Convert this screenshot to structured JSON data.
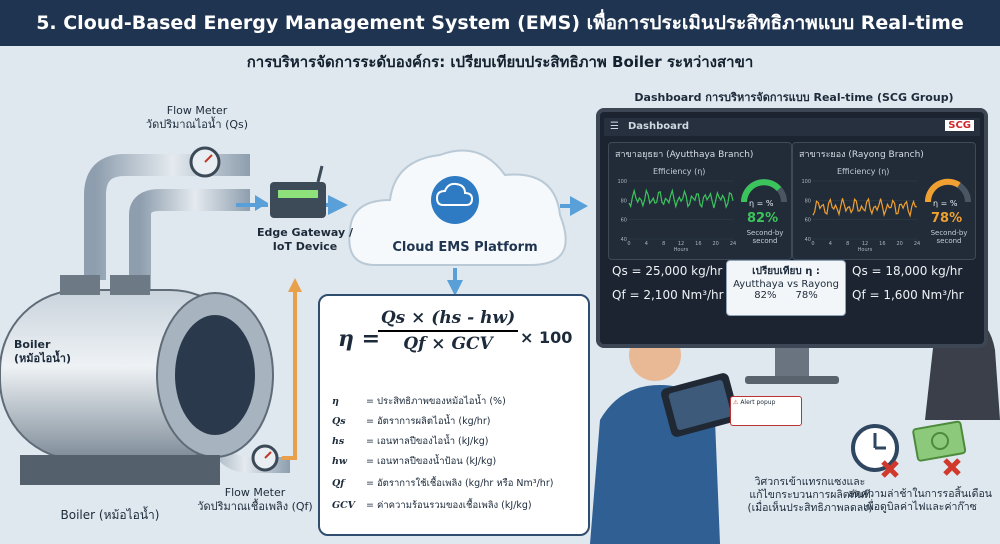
{
  "title": "5. Cloud-Based Energy Management System (EMS) เพื่อการประเมินประสิทธิภาพแบบ Real-time",
  "subtitle": "การบริหารจัดการระดับองค์กร: เปรียบเทียบประสิทธิภาพ Boiler ระหว่างสาขา",
  "flow_meter_top": {
    "title": "Flow Meter",
    "desc": "วัดปริมาณไอน้ำ (Qs)"
  },
  "flow_meter_bottom": {
    "title": "Flow Meter",
    "desc": "วัดปริมาณเชื้อเพลิง (Qf)"
  },
  "gateway": {
    "line1": "Edge Gateway /",
    "line2": "IoT Device"
  },
  "cloud": {
    "label": "Cloud EMS Platform"
  },
  "boiler": {
    "label_main": "Boiler",
    "label_thai": "(หม้อไอน้ำ)",
    "caption": "Boiler (หม้อไอน้ำ)"
  },
  "formula": {
    "eta": "η =",
    "numerator": "Qs × (hs - hw)",
    "denominator": "Qf × GCV",
    "multiplier": "× 100",
    "legend": [
      {
        "sym": "η",
        "desc": "= ประสิทธิภาพของหม้อไอน้ำ (%)"
      },
      {
        "sym": "Qs",
        "desc": "= อัตราการผลิตไอน้ำ (kg/hr)"
      },
      {
        "sym": "hs",
        "desc": "= เอนทาลปีของไอน้ำ (kJ/kg)"
      },
      {
        "sym": "hw",
        "desc": "= เอนทาลปีของน้ำป้อน (kJ/kg)"
      },
      {
        "sym": "Qf",
        "desc": "= อัตราการใช้เชื้อเพลิง (kg/hr หรือ Nm³/hr)"
      },
      {
        "sym": "GCV",
        "desc": "= ค่าความร้อนรวมของเชื้อเพลิง (kJ/kg)"
      }
    ]
  },
  "dashboard": {
    "heading": "Dashboard การบริหารจัดการแบบ Real-time (SCG Group)",
    "header_label": "Dashboard",
    "brand": "SCG",
    "panels": [
      {
        "title": "สาขาอยุธยา (Ayutthaya Branch)",
        "eff_label": "Efficiency (η)",
        "eta_label": "η = %",
        "value": "82%",
        "sub": "Second-by second",
        "color": "#3cc45c",
        "flow_s": "Qs = 25,000 kg/hr",
        "flow_f": "Qf = 2,100 Nm³/hr"
      },
      {
        "title": "สาขาระยอง (Rayong Branch)",
        "eff_label": "Efficiency (η)",
        "eta_label": "η = %",
        "value": "78%",
        "sub": "Second-by second",
        "color": "#f0a030",
        "flow_s": "Qs = 18,000 kg/hr",
        "flow_f": "Qf = 1,600 Nm³/hr"
      }
    ],
    "x_ticks": [
      "0",
      "4",
      "8",
      "12",
      "16",
      "20",
      "24"
    ],
    "y_ticks": [
      "100",
      "80",
      "60",
      "40"
    ],
    "x_unit": "Hours",
    "compare": {
      "title": "เปรียบเทียบ η :",
      "left_name": "Ayutthaya",
      "vs": "vs",
      "right_name": "Rayong",
      "left_val": "82%",
      "right_val": "78%"
    }
  },
  "alert": {
    "title": "Alert popup"
  },
  "notes": {
    "engineer": [
      "วิศวกรเข้าแทรกแซงและ",
      "แก้ไขกระบวนการผลิตทันที",
      "(เมื่อเห็นประสิทธิภาพลดลง)"
    ],
    "benefit": [
      "ลดความล่าช้าในการรอสิ้นเดือน",
      "เพื่อดูบิลค่าไฟและค่าก๊าซ"
    ]
  },
  "colors": {
    "title_bg": "#1f3450",
    "pipe": "#9fb0bf",
    "arrow": "#5aa0d8",
    "orange_line": "#e8a04a"
  }
}
